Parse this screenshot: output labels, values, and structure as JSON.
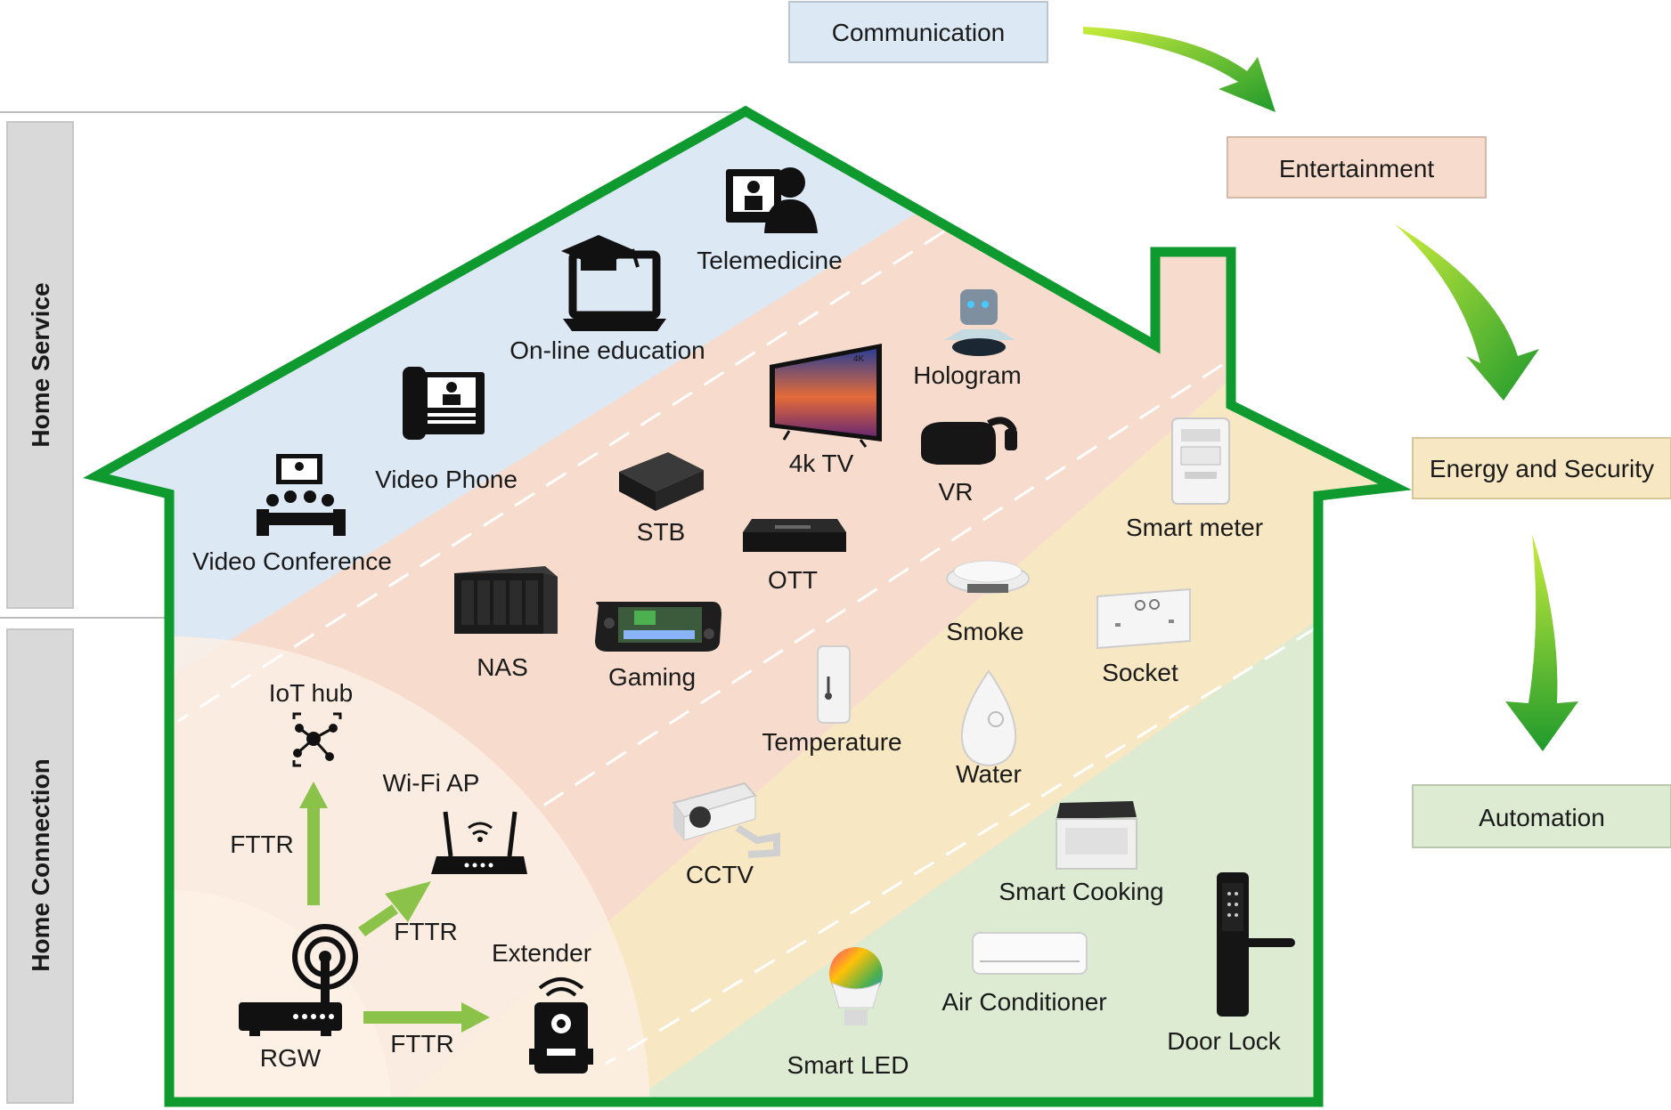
{
  "categories": {
    "communication": "Communication",
    "entertainment": "Entertainment",
    "energy_security": "Energy and Security",
    "automation": "Automation"
  },
  "side_labels": {
    "home_service": "Home Service",
    "home_connection": "Home Connection"
  },
  "communication_devices": {
    "telemedicine": "Telemedicine",
    "online_education": "On-line education",
    "video_phone": "Video Phone",
    "video_conference": "Video Conference"
  },
  "entertainment_devices": {
    "hologram": "Hologram",
    "tv_4k": "4k TV",
    "vr": "VR",
    "stb": "STB",
    "ott": "OTT",
    "nas": "NAS",
    "gaming": "Gaming"
  },
  "energy_security_devices": {
    "smart_meter": "Smart meter",
    "smoke": "Smoke",
    "socket": "Socket",
    "temperature": "Temperature",
    "water": "Water"
  },
  "automation_devices": {
    "cctv": "CCTV",
    "smart_cooking": "Smart Cooking",
    "air_conditioner": "Air Conditioner",
    "door_lock": "Door Lock",
    "smart_led": "Smart LED"
  },
  "connection": {
    "iot_hub": "IoT hub",
    "wifi_ap": "Wi-Fi AP",
    "extender": "Extender",
    "rgw": "RGW",
    "fttr_up": "FTTR",
    "fttr_diag": "FTTR",
    "fttr_right": "FTTR"
  },
  "colors": {
    "house_outline": "#0f9a2f",
    "arrow_green": "#8bc34a",
    "communication": "#dce8f4",
    "entertainment": "#f7dccd",
    "energy_security": "#f8e7c3",
    "automation": "#dcebd2"
  }
}
